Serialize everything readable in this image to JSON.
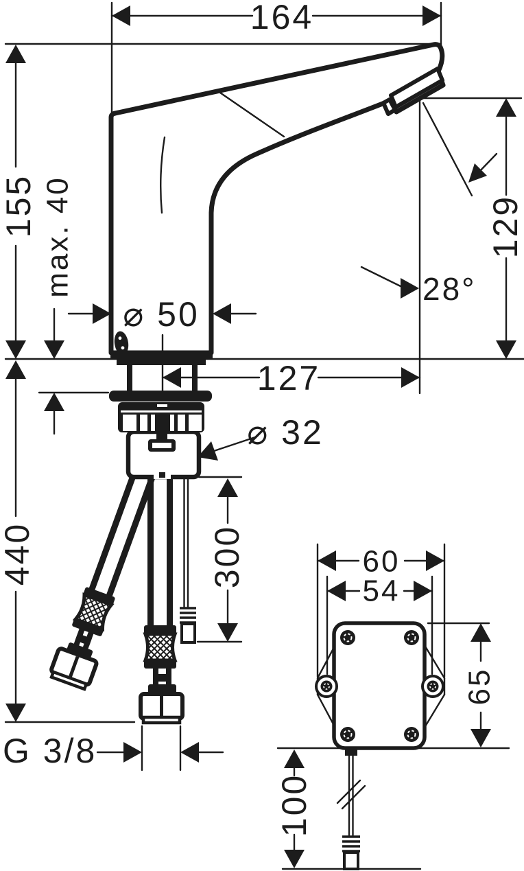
{
  "colors": {
    "ink": "#1c1c1c",
    "paper": "#ffffff"
  },
  "drawing_type": "faucet technical dimension drawing",
  "labels": {
    "width_overall": "164",
    "height_overall": "155",
    "mount_thickness": "max. 40",
    "spout_outlet_height": "129",
    "spout_angle": "28°",
    "base_diameter": "⌀ 50",
    "spout_reach": "127",
    "hole_diameter": "⌀ 32",
    "sensor_cable_length": "300",
    "hose_length": "440",
    "hose_thread": "G 3/8",
    "box_width": "60",
    "box_mount_spacing": "54",
    "box_height": "65",
    "box_cable_length": "100"
  }
}
